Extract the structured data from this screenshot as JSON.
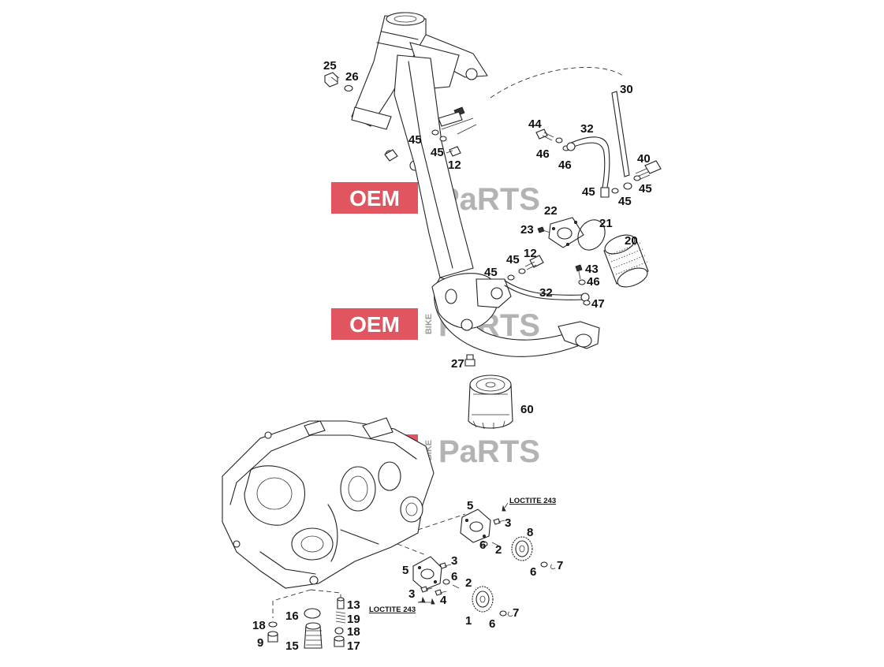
{
  "watermark": {
    "oem": "OEM",
    "bike": "BIKE",
    "parts": "PaRTS",
    "red": "#e05560",
    "grey": "#9a9a9a"
  },
  "notes": {
    "loctite_top": "LOCTITE 243",
    "loctite_bottom": "LOCTITE 243"
  },
  "callouts": {
    "c25": "25",
    "c26": "26",
    "c45a": "45",
    "c45b": "45",
    "c12a": "12",
    "c30": "30",
    "c44": "44",
    "c32a": "32",
    "c46a": "46",
    "c46b": "46",
    "c40": "40",
    "c45c": "45",
    "c45d": "45",
    "c45e": "45",
    "c22": "22",
    "c21": "21",
    "c23": "23",
    "c20": "20",
    "c12b": "12",
    "c45f": "45",
    "c45g": "45",
    "c43": "43",
    "c46c": "46",
    "c32b": "32",
    "c47": "47",
    "c27": "27",
    "c60": "60",
    "c5a": "5",
    "c3a": "3",
    "c8": "8",
    "c6a": "6",
    "c2a": "2",
    "c6b": "6",
    "c7a": "7",
    "c5b": "5",
    "c3b": "3",
    "c6c": "6",
    "c2b": "2",
    "c3c": "3",
    "c4": "4",
    "c1": "1",
    "c6d": "6",
    "c7b": "7",
    "c13": "13",
    "c16": "16",
    "c19": "19",
    "c18a": "18",
    "c18b": "18",
    "c9": "9",
    "c15": "15",
    "c17": "17"
  }
}
